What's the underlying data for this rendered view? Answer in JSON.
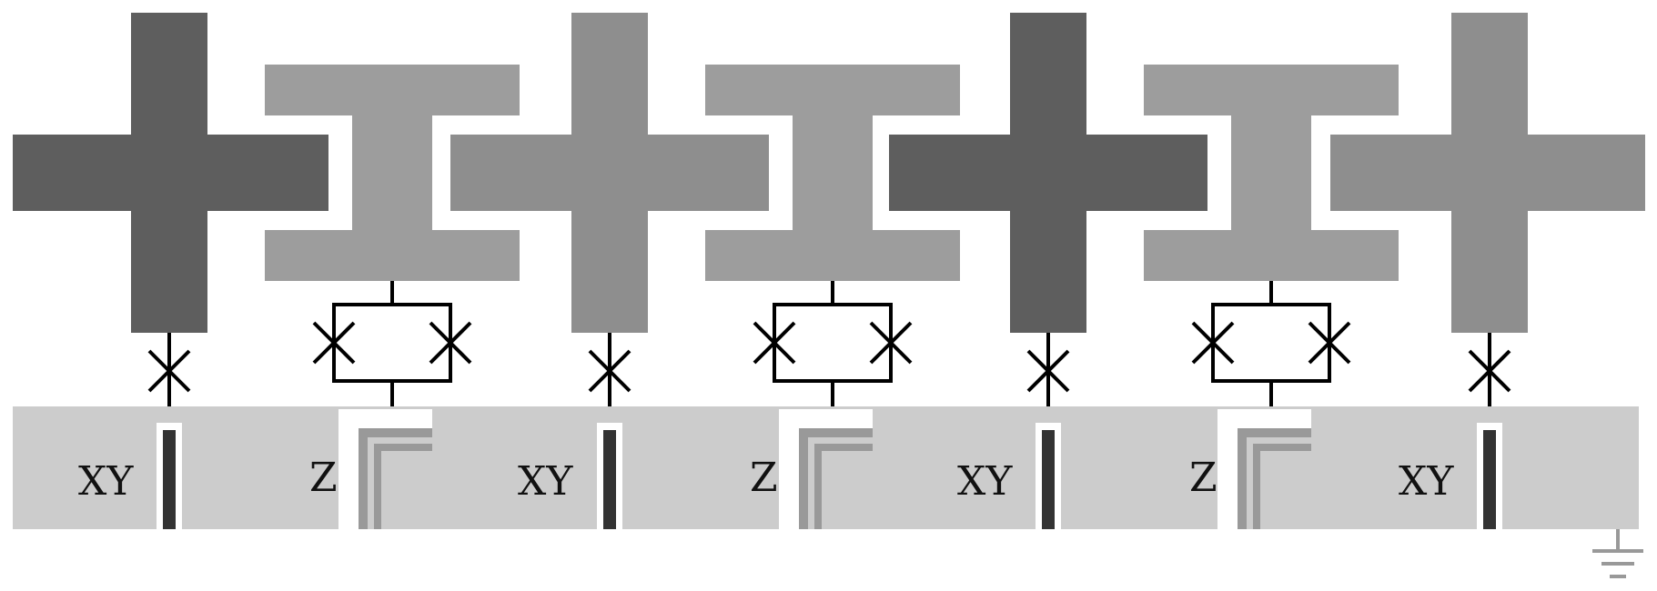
{
  "colors": {
    "dark_qubit": "#5e5e5e",
    "medium_qubit": "#8e8e8e",
    "coupler": "#9d9d9d",
    "substrate": "#cccccc",
    "xy_line": "#333333",
    "z_line": "#999999",
    "wire": "#000000",
    "ground": "#999999"
  },
  "qubits": [
    {
      "shade": "dark",
      "xy_label": "XY"
    },
    {
      "shade": "medium",
      "xy_label": "XY"
    },
    {
      "shade": "dark",
      "xy_label": "XY"
    },
    {
      "shade": "medium",
      "xy_label": "XY"
    }
  ],
  "couplers": [
    {
      "z_label": "Z"
    },
    {
      "z_label": "Z"
    },
    {
      "z_label": "Z"
    }
  ],
  "ground_symbol": "ground-icon"
}
